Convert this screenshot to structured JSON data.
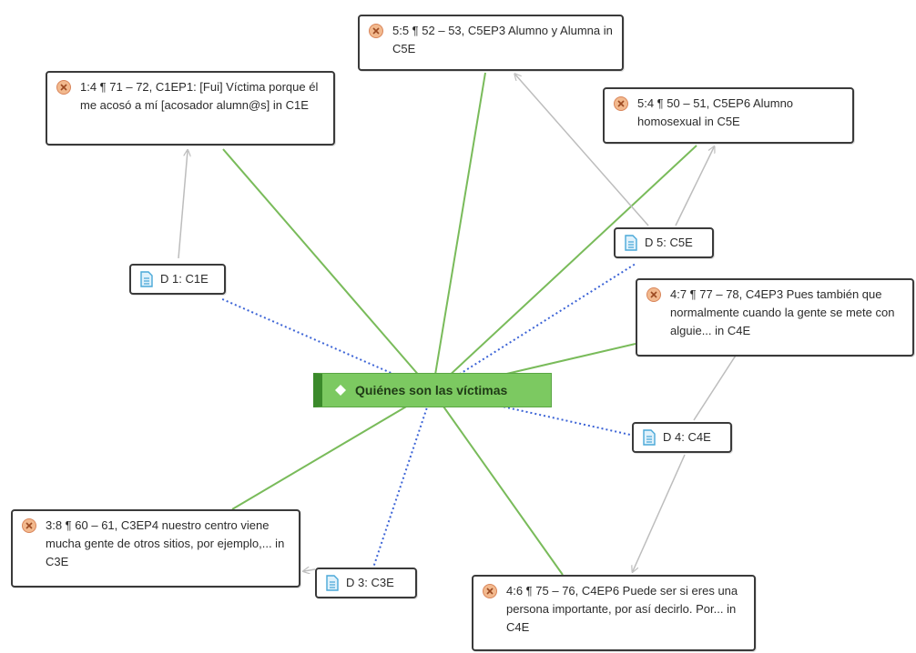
{
  "diagram": {
    "center_code": {
      "label": "Quiénes son las víctimas",
      "icon": "code-diamond-icon"
    },
    "quotations": [
      {
        "id": "q1",
        "text": "1:4 ¶ 71 – 72, C1EP1:    [Fui] Víctima porque él me acosó a mí [acosador alumn@s] in C1E",
        "icon": "quotation-icon"
      },
      {
        "id": "q2",
        "text": "5:5 ¶ 52 – 53, C5EP3  Alumno y Alumna in C5E",
        "icon": "quotation-icon"
      },
      {
        "id": "q3",
        "text": "5:4 ¶ 50 – 51, C5EP6  Alumno homosexual in C5E",
        "icon": "quotation-icon"
      },
      {
        "id": "q4",
        "text": "4:7 ¶ 77 – 78, C4EP3  Pues también que normalmente cuando la gente se mete con alguie... in C4E",
        "icon": "quotation-icon"
      },
      {
        "id": "q5",
        "text": "3:8 ¶ 60 – 61, C3EP4   nuestro centro viene mucha gente de otros sitios, por ejemplo,... in C3E",
        "icon": "quotation-icon"
      },
      {
        "id": "q6",
        "text": "4:6 ¶ 75 – 76, C4EP6  Puede ser si eres una persona importante, por así decirlo. Por... in C4E",
        "icon": "quotation-icon"
      }
    ],
    "documents": [
      {
        "id": "d1",
        "label": "D 1: C1E",
        "icon": "document-icon"
      },
      {
        "id": "d5",
        "label": "D 5: C5E",
        "icon": "document-icon"
      },
      {
        "id": "d4",
        "label": "D 4: C4E",
        "icon": "document-icon"
      },
      {
        "id": "d3",
        "label": "D 3: C3E",
        "icon": "document-icon"
      }
    ],
    "colors": {
      "code_fill": "#7cc961",
      "code_accent": "#3b8a2b",
      "code_link": "#79bb5a",
      "document_link": "#3b63d6",
      "document_quote_link": "#bdbdbd",
      "quotation_icon": "#f2b98e",
      "document_icon": "#4aa8d8"
    }
  }
}
